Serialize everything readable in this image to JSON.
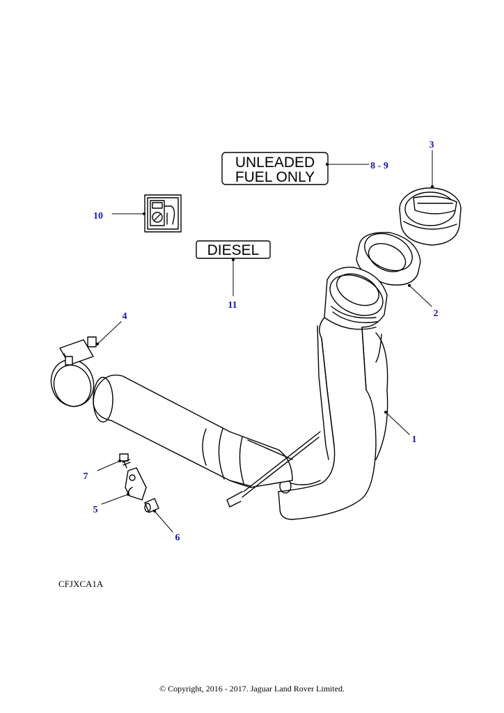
{
  "colors": {
    "callout": "#1414b4",
    "line": "#000000",
    "background": "#ffffff"
  },
  "labels": {
    "unleaded_line1": "UNLEADED",
    "unleaded_line2": "FUEL ONLY",
    "diesel": "DIESEL"
  },
  "callouts": {
    "c1": "1",
    "c2": "2",
    "c3": "3",
    "c4": "4",
    "c5": "5",
    "c6": "6",
    "c7": "7",
    "c8_9": "8 - 9",
    "c10": "10",
    "c11": "11"
  },
  "footer": {
    "diagram_code": "CFJXCA1A",
    "copyright": "© Copyright, 2016 - 2017. Jaguar Land Rover Limited."
  }
}
